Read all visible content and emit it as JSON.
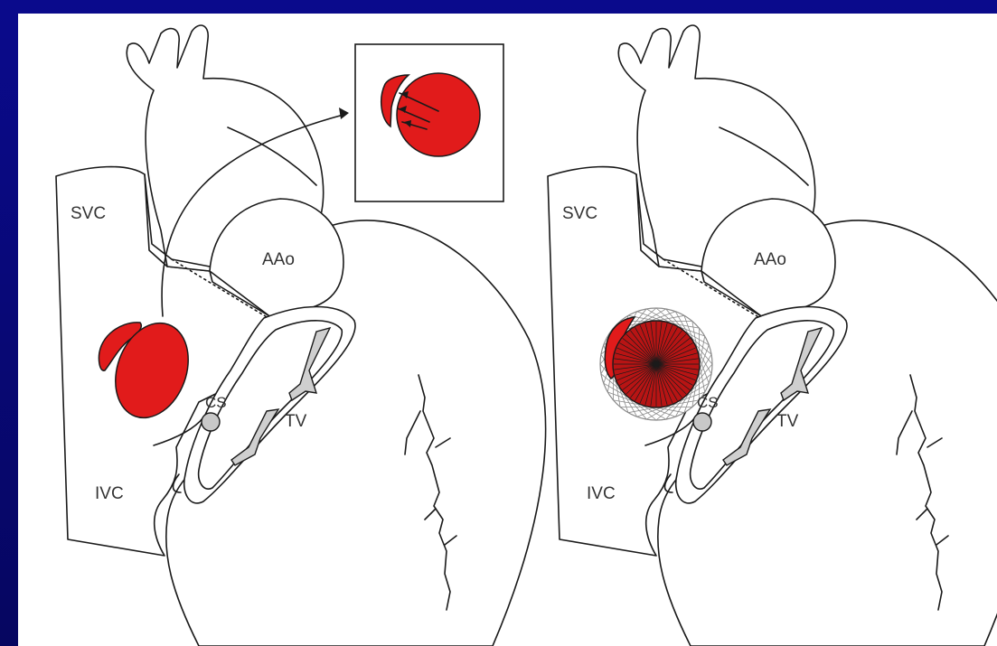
{
  "colors": {
    "background": "#0a0a8c",
    "panel": "#ffffff",
    "defect": "#e11b1b",
    "device_core": "#b81414",
    "mesh": "#8a8a8a",
    "cs_fill": "#c8c8c8"
  },
  "left_panel": {
    "labels": {
      "svc": "SVC",
      "aao": "AAo",
      "cs": "CS",
      "tv": "TV",
      "ivc": "IVC"
    },
    "inset_present": true
  },
  "right_panel": {
    "labels": {
      "svc": "SVC",
      "aao": "AAo",
      "cs": "CS",
      "tv": "TV",
      "ivc": "IVC"
    },
    "device_present": true
  }
}
